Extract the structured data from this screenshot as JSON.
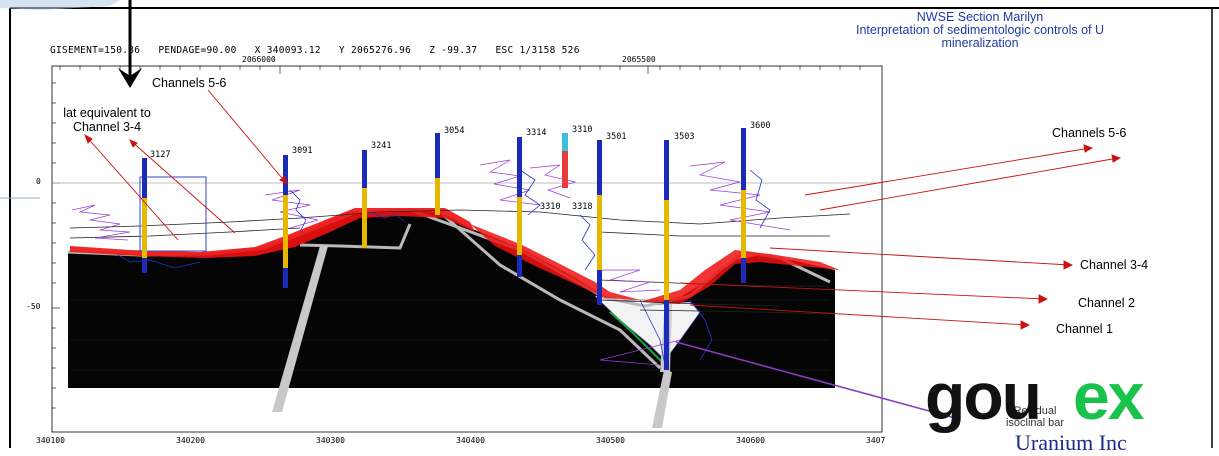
{
  "title": {
    "line1": "NWSE Section Marilyn",
    "line2": "Interpretation of  sedimentologic controls of U",
    "line3": "mineralization"
  },
  "header": {
    "text": "GISEMENT=150.86   PENDAGE=90.00   X 340093.12   Y 2065276.96   Z -99.37   ESC 1/3158 526"
  },
  "top_axis": [
    "2066000",
    "2065500"
  ],
  "left_axis": [
    "0",
    "-50"
  ],
  "bottom_axis": [
    "340100",
    "340200",
    "340300",
    "340400",
    "340500",
    "340600",
    "3407"
  ],
  "wells": [
    "3127",
    "3091",
    "3241",
    "3054",
    "3314",
    "3310",
    "3501",
    "3503",
    "3600",
    "3310",
    "3318"
  ],
  "labels": {
    "channels_56_left": "Channels 5-6",
    "lat_equiv_1": "lat equivalent to",
    "lat_equiv_2": "Channel 3-4",
    "channels_56_right": "Channels 5-6",
    "channel_34": "Channel 3-4",
    "channel_2": "Channel 2",
    "channel_1": "Channel 1",
    "residual_1": "Residual",
    "residual_2": "isoclinal bar"
  },
  "logo": {
    "part1": "gou",
    "part2": "ex",
    "sub": "Uranium Inc"
  }
}
